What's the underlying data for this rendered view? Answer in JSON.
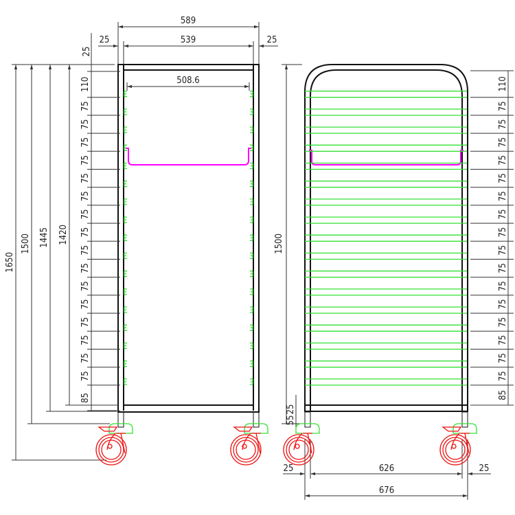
{
  "colors": {
    "frame": "#111111",
    "shelf": "#33e033",
    "tray": "#ff00ff",
    "caster": "#ee1111",
    "dimension": "#333333"
  },
  "front_view": {
    "overall_width": "589",
    "inner_width": "539",
    "side_left": "25",
    "side_right": "25",
    "top_offset": "25",
    "shelf_span": "508.6",
    "heights": {
      "total": "1650",
      "h1500": "1500",
      "h1445": "1445",
      "h1420": "1420"
    },
    "pitch_labels": [
      "110",
      "75",
      "75",
      "75",
      "75",
      "75",
      "75",
      "75",
      "75",
      "75",
      "75",
      "75",
      "75",
      "75",
      "75",
      "75",
      "75",
      "85"
    ]
  },
  "side_view": {
    "height": "1500",
    "caster_offset_a": "55",
    "caster_offset_b": "25",
    "pitch_labels": [
      "110",
      "75",
      "75",
      "75",
      "75",
      "75",
      "75",
      "75",
      "75",
      "75",
      "75",
      "75",
      "75",
      "75",
      "75",
      "75",
      "75",
      "85"
    ],
    "bottom": {
      "left": "25",
      "middle": "626",
      "right": "25",
      "overall": "676"
    }
  }
}
